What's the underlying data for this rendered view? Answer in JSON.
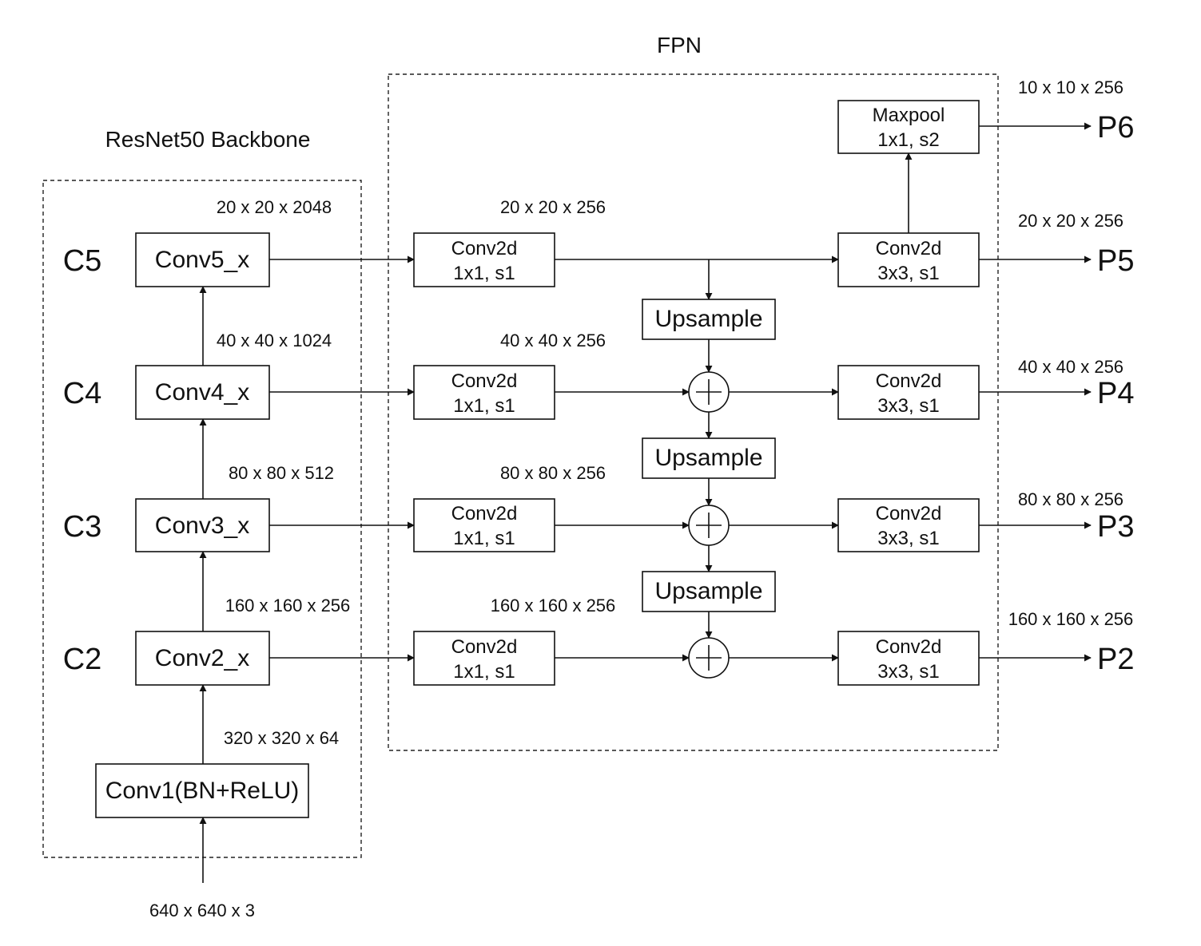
{
  "fpn_title": "FPN",
  "backbone_title": "ResNet50 Backbone",
  "input_dims": "640 x 640 x 3",
  "conv1": "Conv1(BN+ReLU)",
  "backbone": {
    "c2": {
      "side": "C2",
      "block": "Conv2_x",
      "in_dims": "320 x 320 x 64"
    },
    "c3": {
      "side": "C3",
      "block": "Conv3_x",
      "in_dims": "160 x 160 x 256"
    },
    "c4": {
      "side": "C4",
      "block": "Conv4_x",
      "in_dims": "80 x 80 x 512"
    },
    "c5": {
      "side": "C5",
      "block": "Conv5_x",
      "in_dims": "40 x 40 x 1024"
    },
    "c5_out_dims": "20 x 20 x 2048"
  },
  "lateral": {
    "line1": "Conv2d",
    "line2": "1x1, s1",
    "dims": {
      "c5": "20 x 20 x 256",
      "c4": "40 x 40 x 256",
      "c3": "80 x 80 x 256",
      "c2": "160 x 160 x 256"
    }
  },
  "upsample_label": "Upsample",
  "output_conv": {
    "line1": "Conv2d",
    "line2": "3x3, s1"
  },
  "maxpool": {
    "line1": "Maxpool",
    "line2": "1x1, s2"
  },
  "outputs": {
    "p6": {
      "label": "P6",
      "dims": "10 x 10 x 256"
    },
    "p5": {
      "label": "P5",
      "dims": "20 x 20 x 256"
    },
    "p4": {
      "label": "P4",
      "dims": "40 x 40 x 256"
    },
    "p3": {
      "label": "P3",
      "dims": "80 x 80 x 256"
    },
    "p2": {
      "label": "P2",
      "dims": "160 x 160 x 256"
    }
  }
}
